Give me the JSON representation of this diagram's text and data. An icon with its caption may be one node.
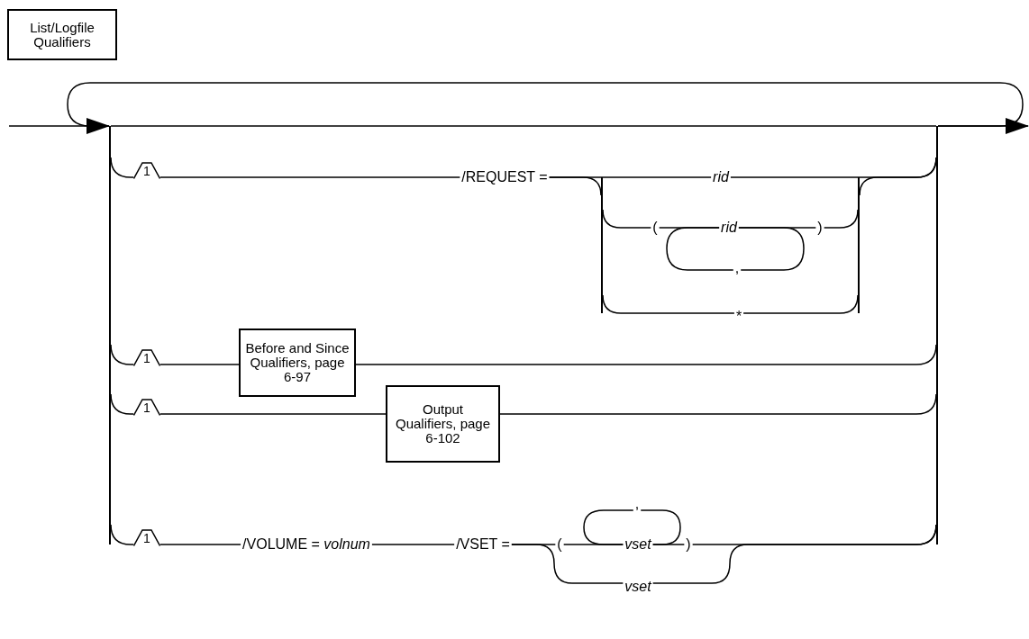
{
  "diagram": {
    "nodes": [
      {
        "text": [
          "List/Logfile Qualifiers"
        ]
      },
      {
        "text": [],
        "shape": "bar"
      },
      {
        "text": [],
        "shape": "bar"
      },
      {
        "text": [
          "1"
        ]
      },
      {
        "text": [
          "/REQUEST ="
        ]
      },
      {
        "text": [],
        "shape": "bar"
      },
      {
        "text": [
          "rid"
        ]
      },
      {
        "text": [
          "("
        ]
      },
      {
        "text": [
          "rid"
        ]
      },
      {
        "text": [
          ")"
        ]
      },
      {
        "text": [
          ","
        ]
      },
      {
        "text": [
          "*"
        ]
      },
      {
        "text": [],
        "shape": "bar"
      },
      {
        "text": [
          "1"
        ]
      },
      {
        "text": [
          "Before and Since Qualifiers, page 6-97"
        ]
      },
      {
        "text": [
          "1"
        ]
      },
      {
        "text": [
          "Output Qualifiers, page 6-102"
        ]
      },
      {
        "text": [
          "1"
        ]
      },
      {
        "text": [
          "/VOLUME = *volnum*"
        ]
      },
      {
        "text": [
          "/VSET ="
        ]
      },
      {
        "text": [
          "("
        ]
      },
      {
        "text": [
          ","
        ]
      },
      {
        "text": [
          "vset"
        ]
      },
      {
        "text": [
          ")"
        ]
      },
      {
        "text": [
          "vset"
        ]
      }
    ],
    "edges": [
      {
        "from": null,
        "to": 1,
        "arrow": "to"
      },
      {
        "from": 1,
        "to": 2,
        "arrow": "none"
      },
      {
        "from": 2,
        "to": 1,
        "arrow": "none"
      },
      {
        "from": 2,
        "to": null,
        "arrow": "to"
      },
      {
        "from": 1,
        "to": 3,
        "arrow": "none"
      },
      {
        "from": 3,
        "to": 4,
        "arrow": "none"
      },
      {
        "from": 4,
        "to": 6,
        "arrow": "none"
      },
      {
        "from": 4,
        "to": 5,
        "arrow": "none"
      },
      {
        "from": 5,
        "to": 7,
        "arrow": "none"
      },
      {
        "from": 7,
        "to": 8,
        "arrow": "none"
      },
      {
        "from": 8,
        "to": 9,
        "arrow": "none"
      },
      {
        "from": 8,
        "to": 10,
        "arrow": "none"
      },
      {
        "from": 10,
        "to": 8,
        "arrow": "none"
      },
      {
        "from": 9,
        "to": 12,
        "arrow": "none"
      },
      {
        "from": 5,
        "to": 11,
        "arrow": "none"
      },
      {
        "from": 11,
        "to": 12,
        "arrow": "none"
      },
      {
        "from": 6,
        "to": 2,
        "arrow": "none"
      },
      {
        "from": 12,
        "to": 2,
        "arrow": "none"
      },
      {
        "from": 1,
        "to": 13,
        "arrow": "none"
      },
      {
        "from": 13,
        "to": 14,
        "arrow": "none"
      },
      {
        "from": 14,
        "to": 2,
        "arrow": "none"
      },
      {
        "from": 1,
        "to": 15,
        "arrow": "none"
      },
      {
        "from": 15,
        "to": 16,
        "arrow": "none"
      },
      {
        "from": 16,
        "to": 2,
        "arrow": "none"
      },
      {
        "from": 1,
        "to": 17,
        "arrow": "none"
      },
      {
        "from": 17,
        "to": 18,
        "arrow": "none"
      },
      {
        "from": 18,
        "to": 19,
        "arrow": "none"
      },
      {
        "from": 19,
        "to": 20,
        "arrow": "none"
      },
      {
        "from": 20,
        "to": 22,
        "arrow": "none"
      },
      {
        "from": 22,
        "to": 23,
        "arrow": "none"
      },
      {
        "from": 22,
        "to": 21,
        "arrow": "none"
      },
      {
        "from": 21,
        "to": 22,
        "arrow": "none"
      },
      {
        "from": 19,
        "to": 24,
        "arrow": "none"
      },
      {
        "from": 23,
        "to": 2,
        "arrow": "none"
      },
      {
        "from": 24,
        "to": 2,
        "arrow": "none"
      }
    ]
  }
}
